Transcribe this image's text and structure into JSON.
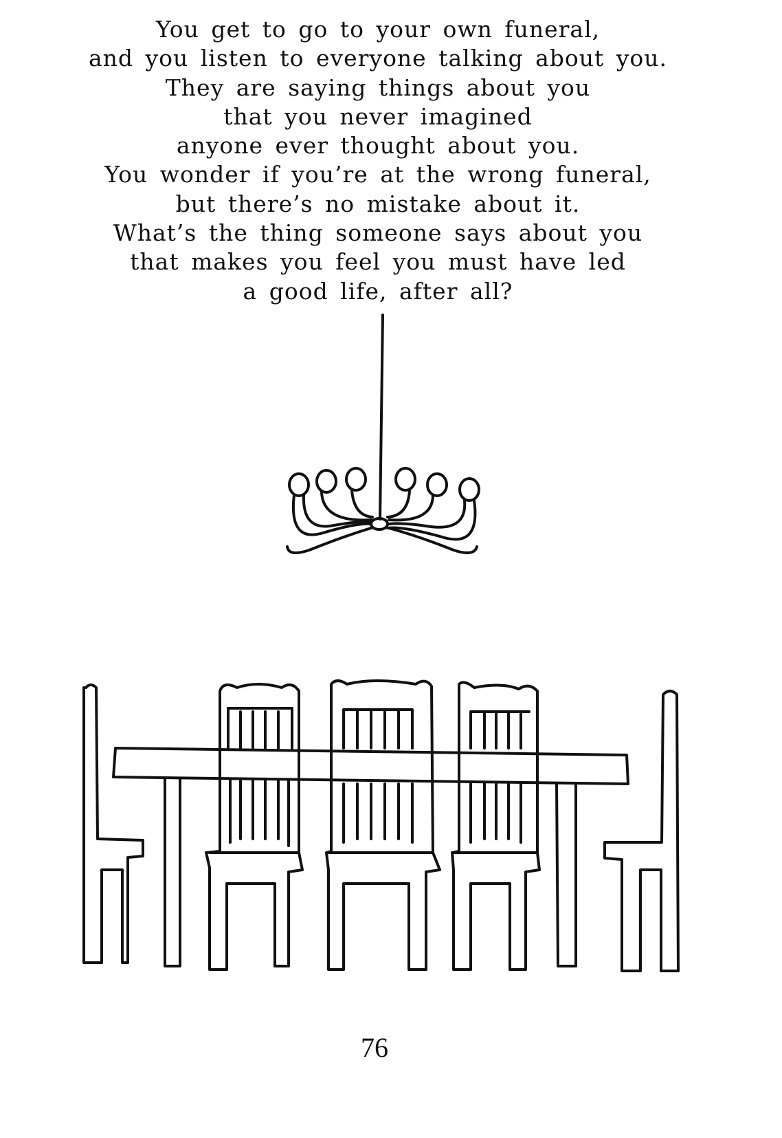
{
  "poem": {
    "lines": [
      "You get to go to your own funeral,",
      "and you listen to everyone talking about you.",
      "They are saying things about you",
      "that you never imagined",
      "anyone ever thought about you.",
      "You wonder if you’re at the wrong funeral,",
      "but there’s no mistake about it.",
      "What’s the thing someone says about you",
      "that makes you feel you must have led",
      "a good life, after all?"
    ]
  },
  "page_number": "76"
}
